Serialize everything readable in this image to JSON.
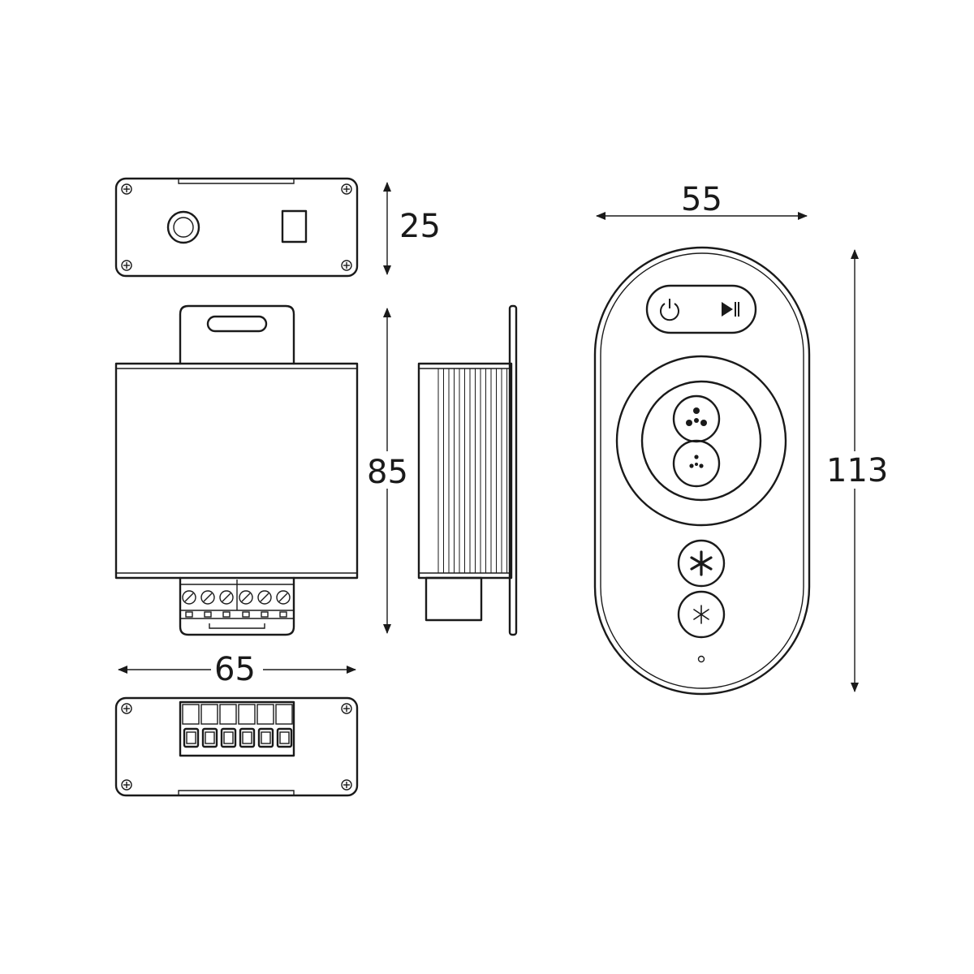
{
  "dimensions": {
    "top_view_height": "25",
    "front_view_height": "85",
    "width": "65",
    "remote_width": "55",
    "remote_height": "113"
  },
  "icons": {
    "power": "power-icon",
    "play_pause": "play-pause-icon",
    "brightness_up": "brightness-up-icon",
    "brightness_down": "brightness-down-icon",
    "screw": "screw-icon",
    "terminal": "terminal-block-icon",
    "indicator": "indicator-led-icon"
  },
  "colors": {
    "line": "#1a1a1a",
    "background": "#ffffff"
  }
}
